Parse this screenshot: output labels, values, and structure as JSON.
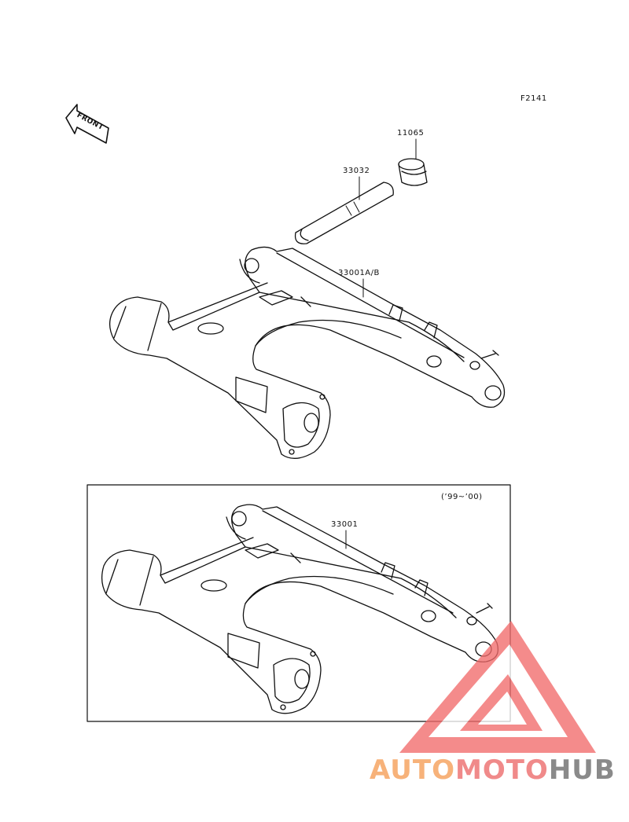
{
  "diagram_id": "F2141",
  "front_label": "FRONT",
  "parts": {
    "bushing": "11065",
    "pivot_shaft": "33032",
    "swingarm_main": "33001A/B",
    "swingarm_alt": "33001"
  },
  "inset_years": "(’99~’00)",
  "watermark": {
    "word_auto": "AUTO",
    "word_moto": "MOTO",
    "word_hub": "HUB",
    "color_auto": "#f7b27a",
    "color_moto": "#f08a8a",
    "color_hub": "#8a8a8a",
    "logo_color": "#f26b6b"
  }
}
